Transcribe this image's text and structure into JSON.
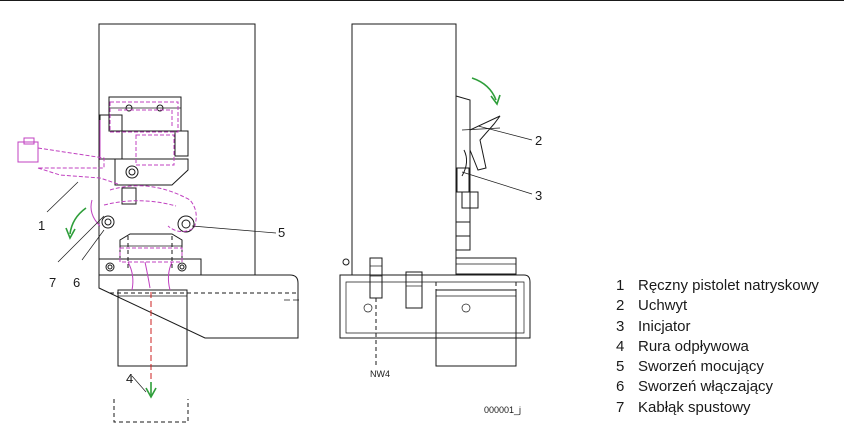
{
  "callouts": {
    "front": [
      "1",
      "4",
      "5",
      "6",
      "7"
    ],
    "side": [
      "2",
      "3"
    ]
  },
  "labels": {
    "pipe": "NW4",
    "drawing_number": "000001_j"
  },
  "legend": [
    {
      "num": "1",
      "text": "Ręczny pistolet natryskowy"
    },
    {
      "num": "2",
      "text": "Uchwyt"
    },
    {
      "num": "3",
      "text": "Inicjator"
    },
    {
      "num": "4",
      "text": "Rura odpływowa"
    },
    {
      "num": "5",
      "text": "Sworzeń mocujący"
    },
    {
      "num": "6",
      "text": "Sworzeń włączający"
    },
    {
      "num": "7",
      "text": "Kabłąk spustowy"
    }
  ],
  "colors": {
    "line": "#1a1a1a",
    "phantom": "#c040c0",
    "arrow": "#2e9e3a",
    "drain_line": "#cc2222"
  }
}
